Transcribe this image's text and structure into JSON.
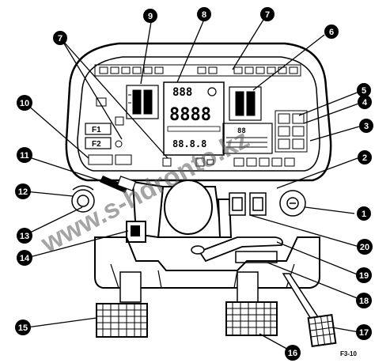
{
  "corner_mark": "F3-10",
  "watermark": "www.s-hdronto.kz",
  "panel_labels": {
    "f1": "F1",
    "f2": "F2",
    "lcd_top_digits": "888",
    "lcd_main_digits": "8888",
    "lcd_left_digits": "88.8.8",
    "lcd_right_digits": "88"
  },
  "callouts": [
    {
      "label": "1"
    },
    {
      "label": "2"
    },
    {
      "label": "3"
    },
    {
      "label": "4"
    },
    {
      "label": "5"
    },
    {
      "label": "6"
    },
    {
      "label": "7"
    },
    {
      "label": "7"
    },
    {
      "label": "8"
    },
    {
      "label": "9"
    },
    {
      "label": "10"
    },
    {
      "label": "11"
    },
    {
      "label": "12"
    },
    {
      "label": "13"
    },
    {
      "label": "14"
    },
    {
      "label": "15"
    },
    {
      "label": "16"
    },
    {
      "label": "17"
    },
    {
      "label": "18"
    },
    {
      "label": "19"
    },
    {
      "label": "20"
    }
  ],
  "colors": {
    "ink": "#000000",
    "paper": "#ffffff",
    "watermark": "#5a5a5a"
  }
}
